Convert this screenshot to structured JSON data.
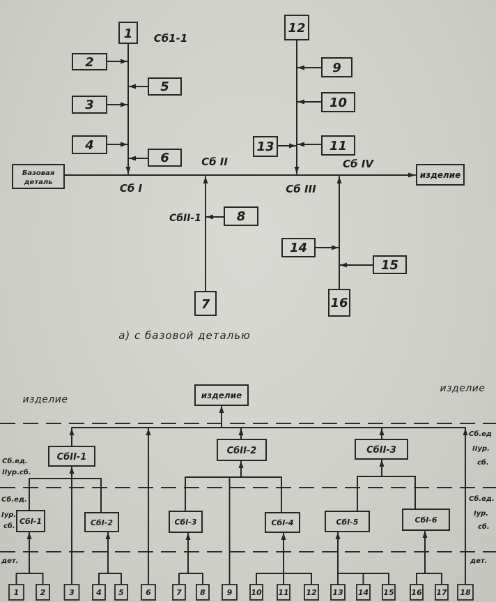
{
  "diagram_a": {
    "caption": "а) с базовой деталью",
    "base_part": {
      "line1": "Базовая",
      "line2": "деталь"
    },
    "product": "изделие",
    "labels": {
      "sb_1_1": "Сб1-1",
      "sb_1": "Сб I",
      "sb_2": "Сб II",
      "sb_3": "Сб III",
      "sb_4": "Сб IV",
      "sb_2_1": "СбII-1"
    },
    "parts": [
      "1",
      "2",
      "3",
      "4",
      "5",
      "6",
      "7",
      "8",
      "9",
      "10",
      "11",
      "12",
      "13",
      "14",
      "15",
      "16"
    ]
  },
  "diagram_b": {
    "product": "изделие",
    "product_note_left": "изделие",
    "product_note_right": "изделие",
    "level2_units": [
      "СбII-1",
      "СбII-2",
      "СбII-3"
    ],
    "level1_units": [
      "СбI-1",
      "СбI-2",
      "СбI-3",
      "СбI-4",
      "СбI-5",
      "СбI-6"
    ],
    "parts": [
      "1",
      "2",
      "3",
      "4",
      "5",
      "6",
      "7",
      "8",
      "9",
      "10",
      "11",
      "12",
      "13",
      "14",
      "15",
      "16",
      "17",
      "18"
    ],
    "left_labels": {
      "level2": [
        "Сб.ед.",
        "IIур.сб."
      ],
      "level1": [
        "Сб.ед.",
        "Iур.",
        "сб."
      ],
      "parts": "дет."
    },
    "right_labels": {
      "level2": [
        "Сб.ед",
        "IIур.",
        "сб."
      ],
      "level1": [
        "Сб.ед.",
        "Iур.",
        "сб."
      ],
      "parts": "дет."
    }
  }
}
